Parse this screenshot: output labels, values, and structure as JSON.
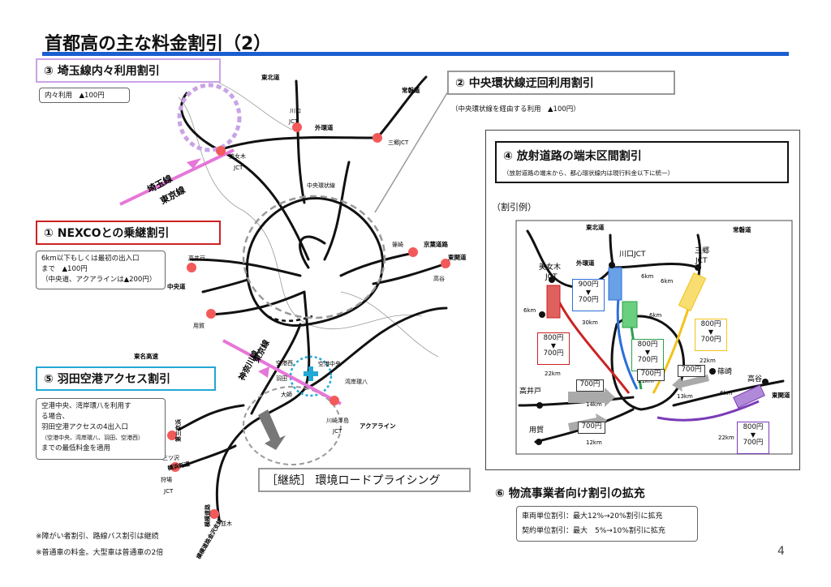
{
  "title": "首都高の主な料金割引（2）",
  "page_number": "4",
  "colors": {
    "accent": "#1a5fd1",
    "red": "#cc2222",
    "purple": "#c9a3e6",
    "pink": "#e676d8",
    "cyan": "#22a8d4",
    "road": "#111111",
    "dot": "#f25a5a"
  },
  "section3": {
    "title": "③ 埼玉線内々利用割引",
    "note": "内々利用　▲100円"
  },
  "section2": {
    "title": "② 中央環状線迂回利用割引",
    "note": "（中央環状線を経由する利用　▲100円）"
  },
  "section4": {
    "title": "④ 放射道路の端末区間割引",
    "note": "（放射道路の端末から、都心環状線内は現行料金以下に統一）",
    "example_label": "（割引例）"
  },
  "section1": {
    "title": "① NEXCOとの乗継割引",
    "note_lines": [
      "6km以下もしくは最初の出入口",
      "まで　▲100円",
      "（中央道、アクアラインは▲200円）"
    ]
  },
  "section5": {
    "title": "⑤ 羽田空港アクセス割引",
    "note_lines": [
      "空港中央、湾岸環八を利用す",
      "る場合、",
      "羽田空港アクセスの4出入口",
      "（空港中央、湾岸環八、羽田、空港西）",
      "までの最低料金を適用"
    ]
  },
  "road_pricing": "［継続］ 環境ロードプライシング",
  "section6": {
    "title": "⑥ 物流事業者向け割引の拡充",
    "lines": [
      "車両単位割引：最大12%→20%割引に拡充",
      "契約単位割引：最大　5%→10%割引に拡充"
    ]
  },
  "footnotes": [
    "※障がい者割引、路線バス割引は継続",
    "※普通車の料金。大型車は普通車の2倍"
  ],
  "map_labels": {
    "tohoku": "東北道",
    "kawaguchi": "川口",
    "jct": "JCT",
    "gaikan": "外環道",
    "joban": "常磐道",
    "misato": "三郷JCT",
    "omeki": "美女木",
    "omeki_jct": "JCT",
    "saitama_line_1": "埼玉線",
    "saitama_line_2": "東京線",
    "chuo_kanjo": "中央環状線",
    "shinozaki": "篠崎",
    "keiyo": "京葉道路",
    "higashikanto": "東関道",
    "takaya": "高谷",
    "takaido": "高井戸",
    "chuo": "中央道",
    "yoga": "用賀",
    "tomei": "東名高速",
    "kanagawa_1": "神奈川線",
    "kanagawa_2": "東京線",
    "kuko_nishi": "空港西",
    "kuko_chuo": "空港中央",
    "haneda": "羽田",
    "wangan_kanpachi": "湾岸環八",
    "daishi": "大師",
    "kawasaki_ukishima": "川崎浮島",
    "kawasaki_jct": "JCT",
    "aqualine": "アクアライン",
    "daisan_keihin": "第三京浜",
    "mitsuzawa": "三ツ沢",
    "yokoyoko": "横浜新道",
    "kariba": "狩場",
    "kariba_jct": "JCT",
    "yokoyoko_road": "横横道路",
    "kanazawa": "横横道路金沢支線",
    "namiki": "並木"
  },
  "example_map": {
    "labels": {
      "tohoku": "東北道",
      "kawaguchi_jct": "川口JCT",
      "misato": "三郷",
      "misato_jct": "JCT",
      "joban": "常磐道",
      "gaikan": "外環道",
      "omeki": "美女木",
      "omeki_jct": "JCT",
      "shinozaki": "篠崎",
      "takaya": "高谷",
      "higashikanto": "東関道",
      "takaido": "高井戸",
      "yoga": "用賀"
    },
    "distances": [
      "6km",
      "6km",
      "6km",
      "6km",
      "30km",
      "22km",
      "21km",
      "22km",
      "14km",
      "13km",
      "6km",
      "12km",
      "22km"
    ],
    "price_boxes": [
      {
        "from": "900円",
        "to": "700円"
      },
      {
        "from": "800円",
        "to": "700円"
      },
      {
        "from": "800円",
        "to": "700円"
      },
      {
        "from": "800円",
        "to": "700円"
      },
      {
        "from": "800円",
        "to": "700円"
      }
    ],
    "arrow_boxes": [
      "700円",
      "700円",
      "700円",
      "700円"
    ]
  }
}
